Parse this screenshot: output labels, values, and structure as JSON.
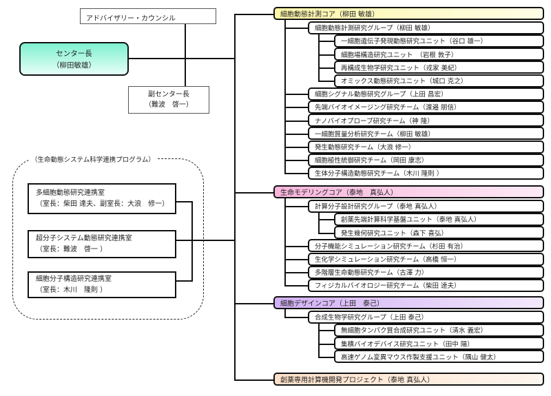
{
  "leadership": {
    "advisory": "アドバイザリー・カウンシル",
    "director_title": "センター長",
    "director_name": "（柳田敏雄）",
    "deputy_title": "副センター長",
    "deputy_name": "（難波　啓一）"
  },
  "program": {
    "title": "（生命動態システム科学連携プログラム）",
    "labs": [
      {
        "name": "多細胞動態研究連携室",
        "head": "（室長：柴田 達夫、副室長：大浪　修一）"
      },
      {
        "name": "超分子システム動態研究連携室",
        "head": "（室長：難波　啓一 ）"
      },
      {
        "name": "細胞分子構造研究連携室",
        "head": "（室長：木川　隆則 ）"
      }
    ]
  },
  "cores": [
    {
      "label": "細胞動態計測コア（柳田 敏雄）",
      "color": "#fff7a8",
      "groups": [
        {
          "label": "細胞動態計測研究グループ（柳田 敏雄）",
          "units": [
            "一細胞遺伝子発現動態研究ユニット（谷口 雄一）",
            "細胞場構造研究ユニット　（岩根 敦子）",
            "再構成生物学研究ユニット（戎家 美紀）",
            "オミックス動態研究ユニット（城口 克之）"
          ]
        },
        {
          "label": "細胞シグナル動態研究グループ（上田 昌宏）",
          "units": []
        },
        {
          "label": "先端バイオイメージング研究チーム（渡邉 朋信）",
          "units": []
        },
        {
          "label": "ナノバイオプローブ研究チーム（神 隆）",
          "units": []
        },
        {
          "label": "一細胞質量分析研究チーム（柳田 敏雄）",
          "units": []
        },
        {
          "label": "発生動態研究チーム（大浪 修一）",
          "units": []
        },
        {
          "label": "細胞極性統御研究チーム（岡田 康志）",
          "units": []
        },
        {
          "label": "生体分子構造動態研究チーム（木川 隆則 ）",
          "units": []
        }
      ]
    },
    {
      "label": "生命モデリングコア（泰地　真弘人）",
      "color": "#f7b5dc",
      "groups": [
        {
          "label": "計算分子設計研究グループ（泰地 真弘人）",
          "units": [
            "創薬先端計算科学基盤ユニット（泰地 真弘人）",
            "発生幾何研究ユニット（森下 喜弘）"
          ]
        },
        {
          "label": "分子機能シミュレーション研究チーム（杉田 有治）",
          "units": []
        },
        {
          "label": "生化学シミュレーション研究チーム（高橋 恒一）",
          "units": []
        },
        {
          "label": "多階層生命動態研究チーム（古澤 力）",
          "units": []
        },
        {
          "label": "フィジカルバイオロジー研究チーム（柴田 達夫）",
          "units": []
        }
      ]
    },
    {
      "label": "細胞デザインコア（上田　泰己）",
      "color": "#d2b0f5",
      "groups": [
        {
          "label": "合成生物学研究グループ（上田 泰己）",
          "units": [
            "無細胞タンパク質合成研究ユニット（清水 義宏）",
            "集積バイオデバイス研究ユニット（田中 陽）",
            "高速ゲノム変異マウス作製支援ユニット（隅山 健太）"
          ]
        }
      ]
    },
    {
      "label": "創薬専用計算機開発プロジェクト（泰地 真弘人）",
      "color": "#fde0c8",
      "groups": []
    }
  ]
}
